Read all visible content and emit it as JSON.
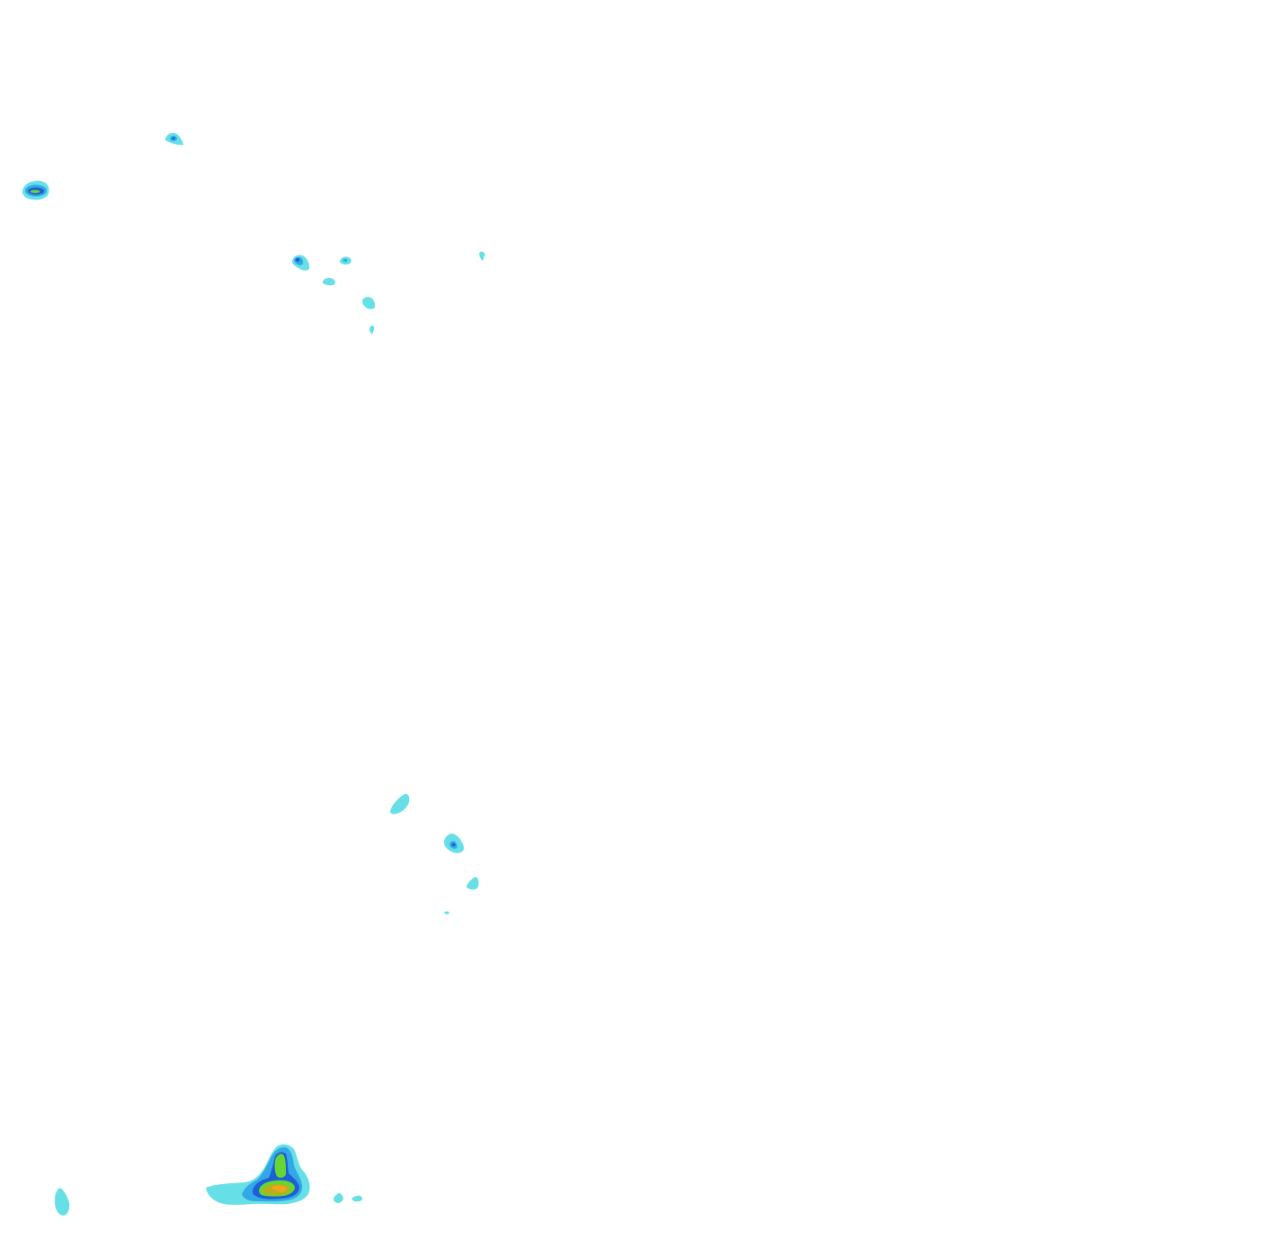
{
  "map": {
    "type": "filled-contour-overlay",
    "background_color": "#ffffff",
    "levels": [
      {
        "name": "level-1",
        "color": "#66e0e6"
      },
      {
        "name": "level-2",
        "color": "#33a8e6"
      },
      {
        "name": "level-3",
        "color": "#1f5fd6"
      },
      {
        "name": "level-4",
        "color": "#66d633"
      },
      {
        "name": "level-5",
        "color": "#b8b01a"
      },
      {
        "name": "level-6",
        "color": "#f0a51f"
      }
    ],
    "features": [
      {
        "name": "blob-top-left-small",
        "max_level": 3
      },
      {
        "name": "blob-far-left",
        "max_level": 4
      },
      {
        "name": "blob-upper-center-a",
        "max_level": 3
      },
      {
        "name": "blob-upper-center-b",
        "max_level": 2
      },
      {
        "name": "blob-upper-center-c",
        "max_level": 1
      },
      {
        "name": "blob-upper-center-d",
        "max_level": 1
      },
      {
        "name": "blob-upper-center-e",
        "max_level": 1
      },
      {
        "name": "blob-upper-right-tiny",
        "max_level": 1
      },
      {
        "name": "blob-mid-a",
        "max_level": 1
      },
      {
        "name": "blob-mid-b",
        "max_level": 3
      },
      {
        "name": "blob-mid-c",
        "max_level": 1
      },
      {
        "name": "blob-mid-d",
        "max_level": 1
      },
      {
        "name": "blob-bottom-left",
        "max_level": 1
      },
      {
        "name": "blob-bottom-main",
        "max_level": 6
      },
      {
        "name": "blob-bottom-small-a",
        "max_level": 1
      },
      {
        "name": "blob-bottom-small-b",
        "max_level": 1
      }
    ]
  }
}
